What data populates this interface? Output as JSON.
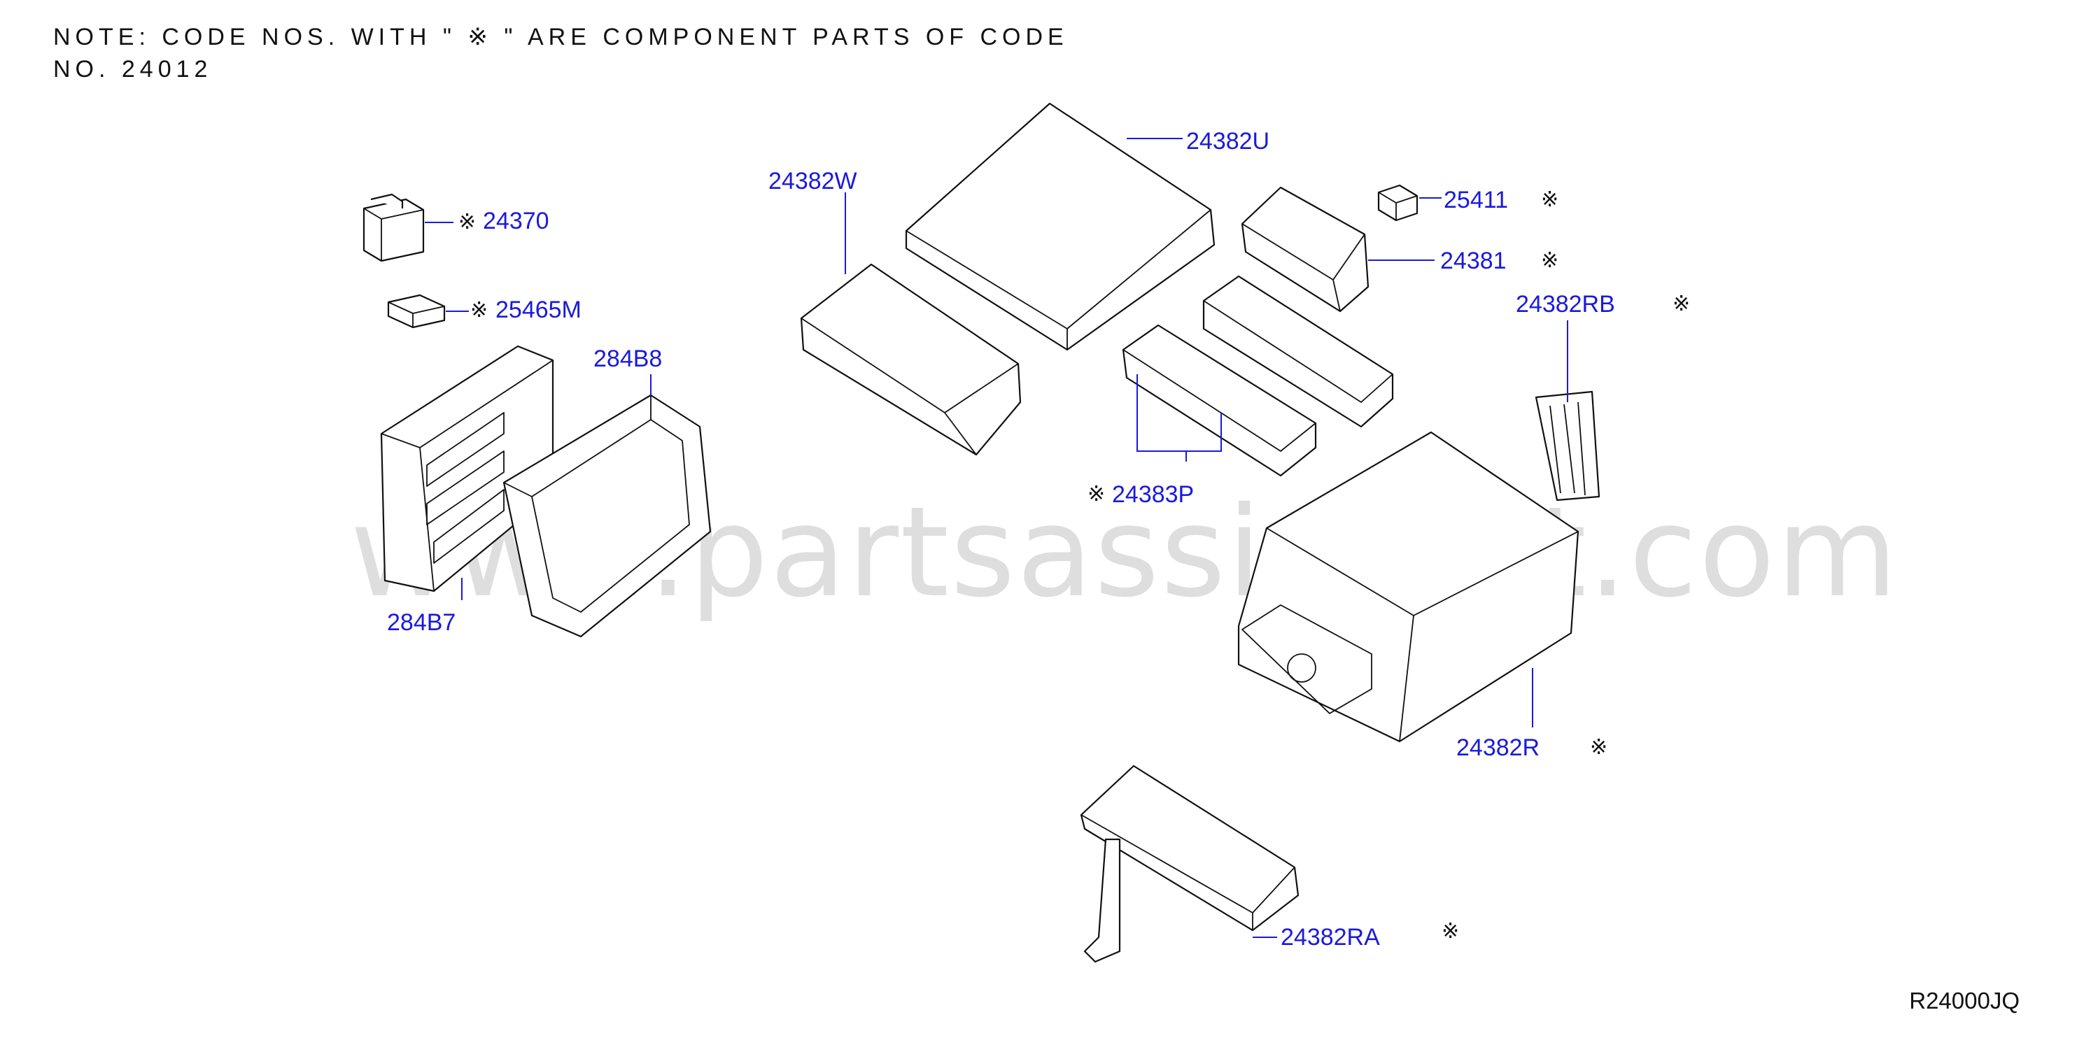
{
  "note": {
    "line1": "NOTE: CODE NOS. WITH \" ※ \" ARE COMPONENT PARTS OF CODE",
    "line2": "NO. 24012"
  },
  "component_mark": "※",
  "callouts": {
    "p24370": "24370",
    "p25465m": "25465M",
    "p284b8": "284B8",
    "p284b7": "284B7",
    "p24382w": "24382W",
    "p24382u": "24382U",
    "p25411": "25411",
    "p24381": "24381",
    "p24382rb": "24382RB",
    "p24383p": "24383P",
    "p24382r": "24382R",
    "p24382ra": "24382RA"
  },
  "diagram_code": "R24000JQ",
  "watermark": "www.partsassistant.com",
  "colors": {
    "callout": "#1a1adc",
    "line": "#111111"
  }
}
